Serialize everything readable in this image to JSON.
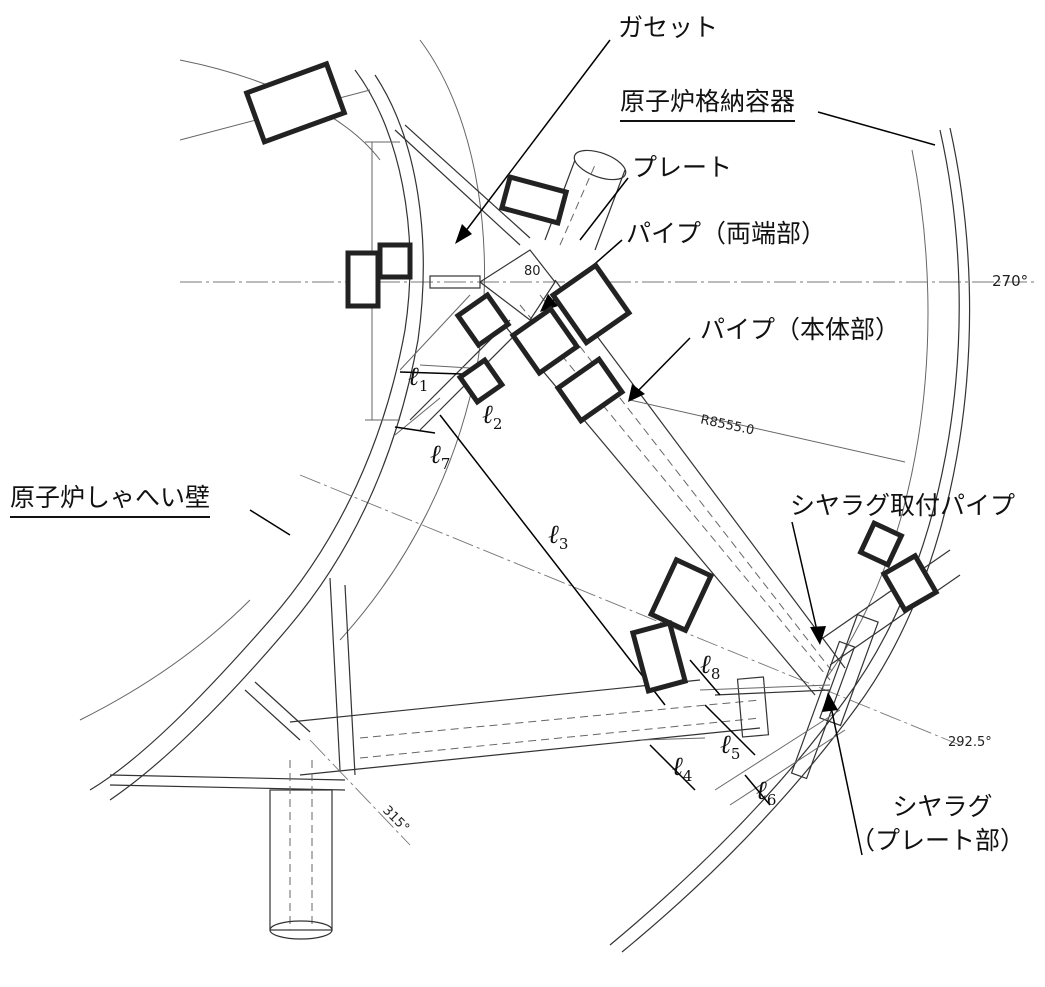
{
  "labels": {
    "gusset": "ガセット",
    "containment": "原子炉格納容器",
    "plate": "プレート",
    "pipe_ends": "パイプ（両端部）",
    "pipe_body": "パイプ（本体部）",
    "shield_wall": "原子炉しゃへい壁",
    "shear_lug_pipe": "シヤラグ取付パイプ",
    "shear_lug_plate_line1": "シヤラグ",
    "shear_lug_plate_line2": "（プレート部）"
  },
  "dimensions": {
    "l1": "1",
    "l2": "2",
    "l3": "3",
    "l4": "4",
    "l5": "5",
    "l6": "6",
    "l7": "7",
    "l8": "8",
    "ell_symbol": "ℓ"
  },
  "drawing_text": {
    "angle_270": "270°",
    "angle_292": "292.5°",
    "angle_315": "315°",
    "radius": "R8555.0",
    "dim_80": "80"
  }
}
